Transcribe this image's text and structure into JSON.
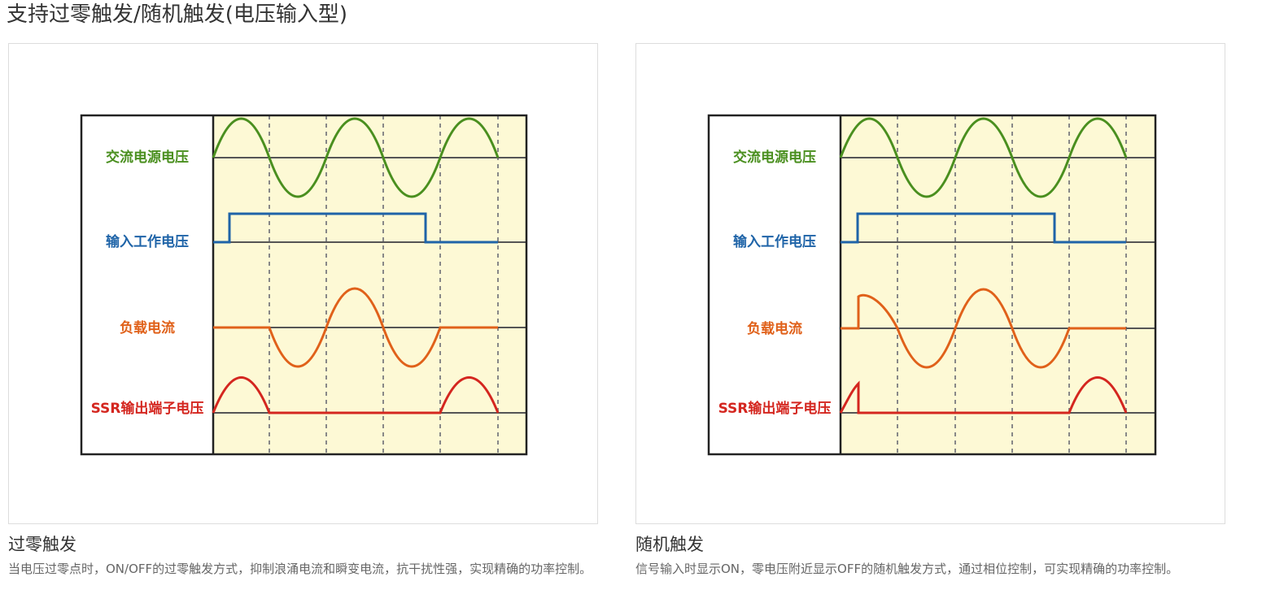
{
  "page": {
    "title": "支持过零触发/随机触发(电压输入型)"
  },
  "colors": {
    "ac": "#4a8f1f",
    "input": "#1f64a8",
    "load": "#e0611a",
    "ssr": "#d4261f",
    "plot_bg": "#fdf9d5",
    "axis": "#555555",
    "border": "#222222"
  },
  "labels": {
    "ac_voltage": "交流电源电压",
    "input_voltage": "输入工作电压",
    "load_current": "负载电流",
    "ssr_voltage": "SSR输出端子电压"
  },
  "cards": [
    {
      "id": "zero-cross",
      "title": "过零触发",
      "description": "当电压过零点时，ON/OFF的过零触发方式，抑制浪涌电流和瞬变电流，抗干扰性强，实现精确的功率控制。"
    },
    {
      "id": "random",
      "title": "随机触发",
      "description": "信号输入时显示ON，零电压附近显示OFF的随机触发方式，通过相位控制，可实现精确的功率控制。"
    }
  ]
}
